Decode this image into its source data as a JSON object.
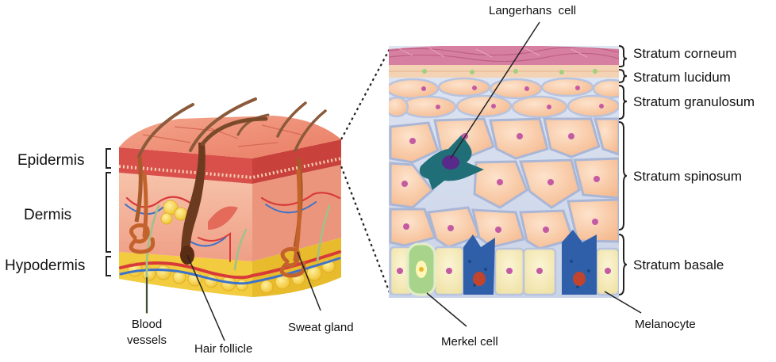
{
  "diagram": {
    "left_layers": {
      "epidermis": "Epidermis",
      "dermis": "Dermis",
      "hypodermis": "Hypodermis"
    },
    "left_structures": {
      "blood_vessels": "Blood vessels",
      "blood_line1": "Blood",
      "blood_line2": "vessels",
      "hair_follicle": "Hair follicle",
      "sweat_gland": "Sweat gland"
    },
    "right_layers": {
      "corneum": "Stratum corneum",
      "lucidum": "Stratum lucidum",
      "granulosum": "Stratum granulosum",
      "spinosum": "Stratum spinosum",
      "basale": "Stratum basale"
    },
    "right_cells": {
      "langerhans": "Langerhans  cell",
      "merkel": "Merkel cell",
      "melanocyte": "Melanocyte"
    },
    "colors": {
      "epidermis_red": "#d9504a",
      "dermis_pink": "#f3b39a",
      "fat_yellow": "#f7d44c",
      "cell_peach": "#f8c9a6",
      "cell_border": "#b8c3de",
      "nucleus": "#c45aa3",
      "basal_blue": "#2f5fa8",
      "langerhans_teal": "#1f6e78",
      "corneum_pink": "#d77fa0",
      "merkel_green": "#a7d48a"
    }
  }
}
